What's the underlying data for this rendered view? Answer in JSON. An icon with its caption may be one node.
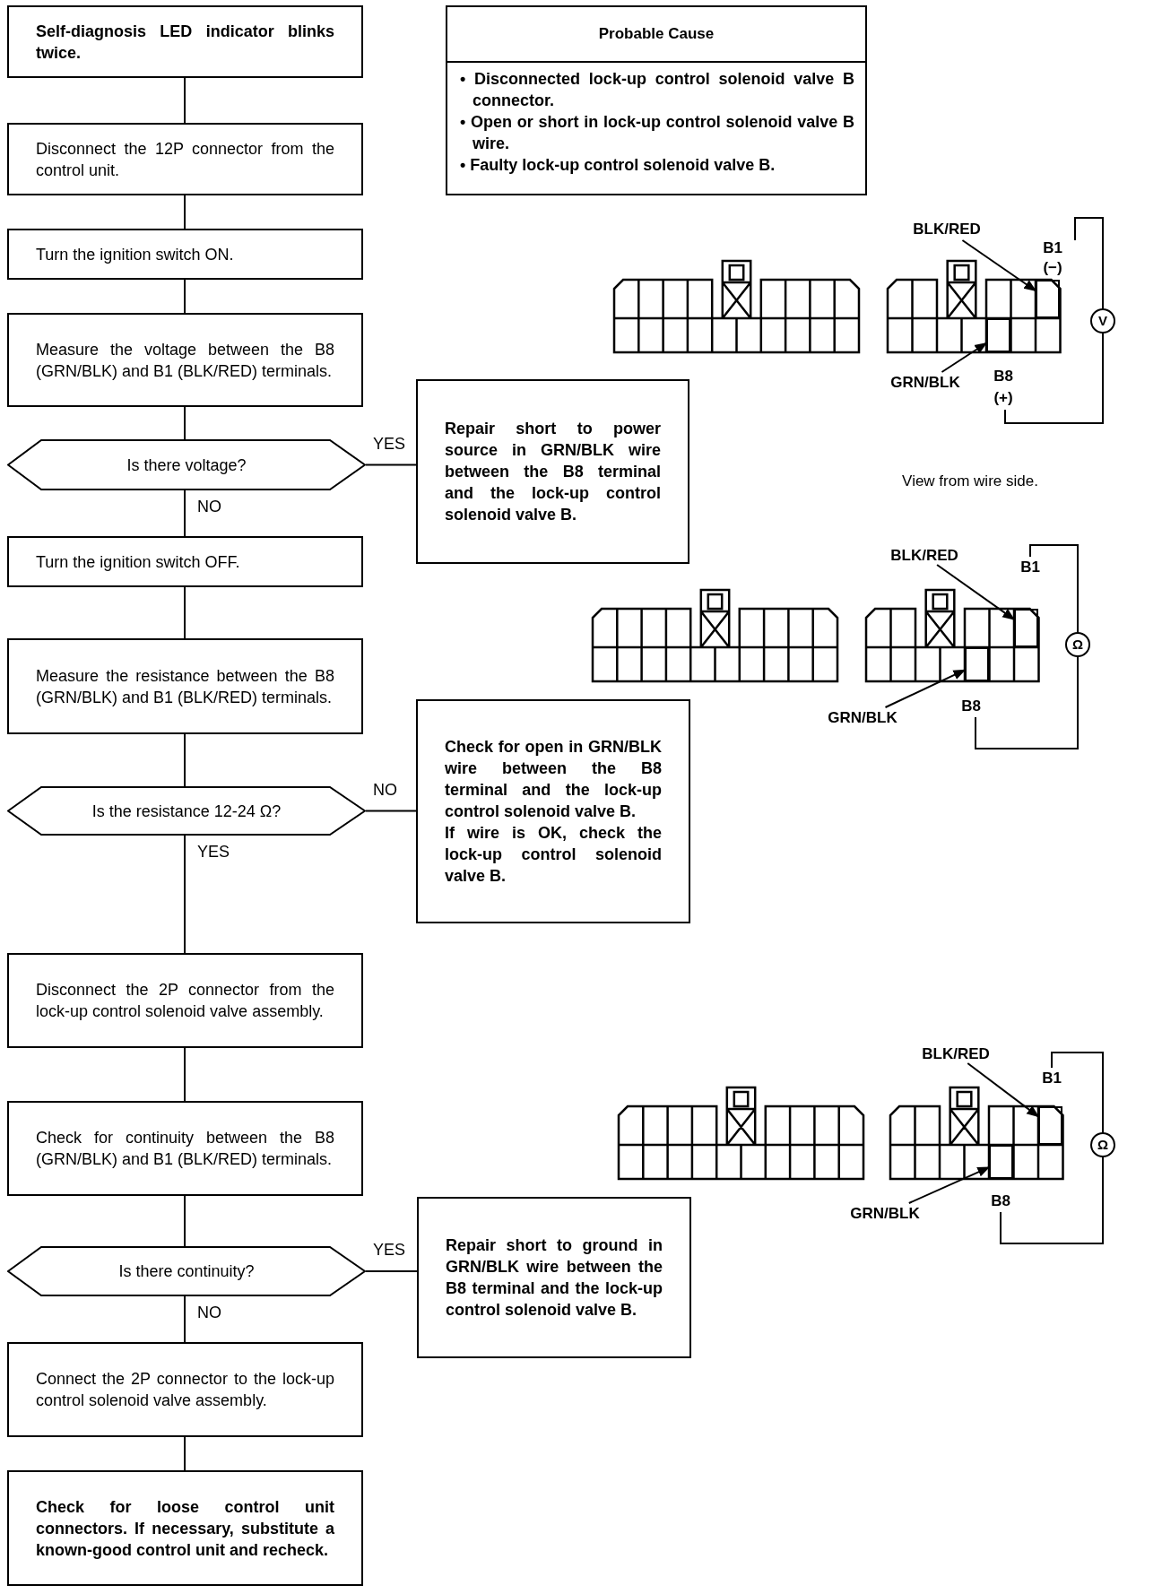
{
  "diagram": {
    "nodes": [
      {
        "text": [
          "Self-diagnosis LED indicator blinks twice."
        ]
      },
      {
        "text": [
          "Probable Cause",
          "• Disconnected lock-up control solenoid valve B connector.",
          "• Open or short in lock-up control solenoid valve B wire.",
          "• Faulty lock-up control solenoid valve B."
        ]
      },
      {
        "text": [
          "Disconnect the 12P connector from the control unit."
        ]
      },
      {
        "text": [
          "Turn the ignition switch ON."
        ]
      },
      {
        "text": [
          "Measure the voltage between the B8 (GRN/BLK) and B1 (BLK/RED) terminals."
        ]
      },
      {
        "text": [
          "Is there voltage?"
        ]
      },
      {
        "text": [
          "Repair short to power source in GRN/BLK wire between the B8 terminal and the lock-up control solenoid valve B."
        ]
      },
      {
        "text": [
          "Turn the ignition switch OFF."
        ]
      },
      {
        "text": [
          "Measure the resistance between the B8 (GRN/BLK) and B1 (BLK/RED) terminals."
        ]
      },
      {
        "text": [
          "Is the resistance 12-24 Ω?"
        ]
      },
      {
        "text": [
          "Check for open in GRN/BLK wire between the B8 terminal and the lock-up control solenoid valve B.",
          "If wire is OK, check the lock-up control solenoid valve B."
        ]
      },
      {
        "text": [
          "Disconnect the 2P connector from the lock-up control solenoid valve assembly."
        ]
      },
      {
        "text": [
          "Check for continuity between the B8 (GRN/BLK) and B1 (BLK/RED) terminals."
        ]
      },
      {
        "text": [
          "Is there continuity?"
        ]
      },
      {
        "text": [
          "Repair short to ground in GRN/BLK wire between the B8 terminal and the lock-up control solenoid valve B."
        ]
      },
      {
        "text": [
          "Connect the 2P connector to the lock-up control solenoid valve assembly."
        ]
      },
      {
        "text": [
          "Check for loose control unit connectors. If necessary, substitute a known-good control unit and recheck."
        ]
      },
      {
        "text": [
          "BLK/RED"
        ]
      },
      {
        "text": [
          "GRN/BLK"
        ]
      },
      {
        "text": [
          "BLK/RED"
        ]
      },
      {
        "text": [
          "GRN/BLK"
        ]
      },
      {
        "text": [
          "BLK/RED"
        ]
      },
      {
        "text": [
          "GRN/BLK"
        ]
      },
      {
        "text": [],
        "shape": "box"
      },
      {
        "text": [],
        "shape": "box"
      },
      {
        "text": [],
        "shape": "box"
      },
      {
        "text": [],
        "shape": "box"
      },
      {
        "text": [],
        "shape": "box"
      },
      {
        "text": [],
        "shape": "box"
      }
    ],
    "edges": [
      {
        "from": 0,
        "to": 2,
        "arrow": "none"
      },
      {
        "from": 2,
        "to": 3,
        "arrow": "none"
      },
      {
        "from": 3,
        "to": 4,
        "arrow": "none"
      },
      {
        "from": 4,
        "to": 5,
        "arrow": "none"
      },
      {
        "from": 5,
        "to": 6,
        "arrow": "none",
        "label": "YES"
      },
      {
        "from": 5,
        "to": 7,
        "arrow": "none",
        "label": "NO"
      },
      {
        "from": 7,
        "to": 8,
        "arrow": "none"
      },
      {
        "from": 8,
        "to": 9,
        "arrow": "none"
      },
      {
        "from": 9,
        "to": 10,
        "arrow": "none",
        "label": "NO"
      },
      {
        "from": 9,
        "to": 11,
        "arrow": "none",
        "label": "YES"
      },
      {
        "from": 11,
        "to": 12,
        "arrow": "none"
      },
      {
        "from": 12,
        "to": 13,
        "arrow": "none"
      },
      {
        "from": 13,
        "to": 14,
        "arrow": "none",
        "label": "YES"
      },
      {
        "from": 13,
        "to": 15,
        "arrow": "none",
        "label": "NO"
      },
      {
        "from": 15,
        "to": 16,
        "arrow": "none"
      },
      {
        "from": 17,
        "to": 23,
        "arrow": "to"
      },
      {
        "from": 18,
        "to": 24,
        "arrow": "to"
      },
      {
        "from": 19,
        "to": 25,
        "arrow": "to"
      },
      {
        "from": 20,
        "to": 26,
        "arrow": "to"
      },
      {
        "from": 21,
        "to": 27,
        "arrow": "to"
      },
      {
        "from": 22,
        "to": 28,
        "arrow": "to"
      }
    ],
    "labels": [
      "B1",
      "(−)",
      "B8",
      "(+)",
      "V",
      "View from wire side.",
      "B1",
      "B8",
      "Ω",
      "B1",
      "B8",
      "Ω"
    ]
  }
}
